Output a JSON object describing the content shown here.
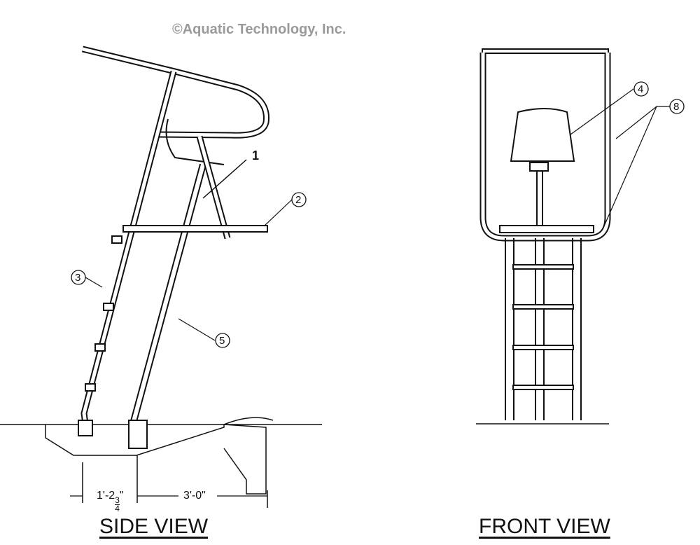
{
  "copyright": "©Aquatic Technology, Inc.",
  "views": {
    "side": "SIDE VIEW",
    "front": "FRONT VIEW"
  },
  "dimensions": {
    "left": "1'-2",
    "left_frac_num": "3",
    "left_frac_den": "4",
    "left_suffix": "\"",
    "right": "3'-0\""
  },
  "callouts": {
    "c1": "1",
    "c2": "2",
    "c3": "3",
    "c4": "4",
    "c5": "5",
    "c8": "8"
  }
}
